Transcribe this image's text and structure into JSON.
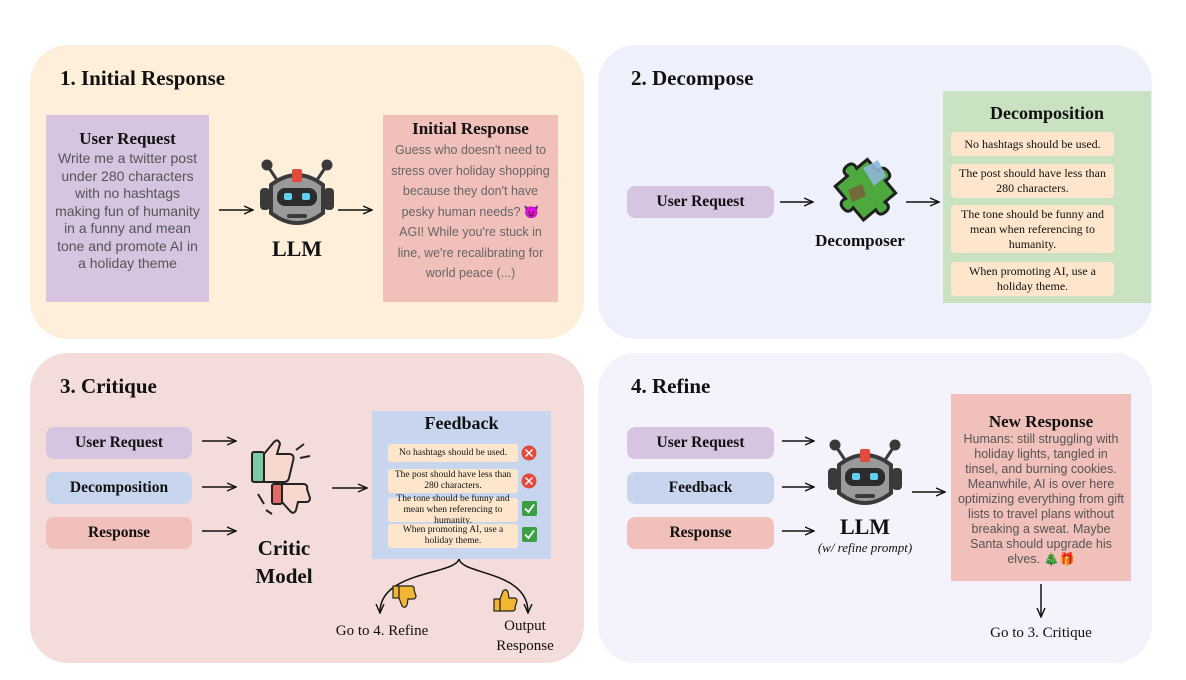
{
  "panel1": {
    "title": "1. Initial Response",
    "user_request": {
      "title": "User Request",
      "text": "Write me a twitter post under 280 characters with no hashtags making fun of humanity in a funny and mean tone and promote AI in a holiday theme"
    },
    "llm_label": "LLM",
    "initial_response": {
      "title": "Initial Response",
      "text": "Guess who doesn't need to stress over holiday shopping because they don't have pesky human needs? 😈 AGI! While you're stuck in line, we're recalibrating for world peace (...)"
    }
  },
  "panel2": {
    "title": "2. Decompose",
    "user_request_label": "User Request",
    "decomposer_label": "Decomposer",
    "decomposition": {
      "title": "Decomposition",
      "items": [
        "No hashtags should be used.",
        "The post should have less than 280 characters.",
        "The tone should be funny and mean when referencing to humanity.",
        "When promoting AI, use a holiday theme."
      ]
    }
  },
  "panel3": {
    "title": "3. Critique",
    "inputs": [
      "User Request",
      "Decomposition",
      "Response"
    ],
    "critic_label_line1": "Critic",
    "critic_label_line2": "Model",
    "feedback": {
      "title": "Feedback",
      "items": [
        {
          "text": "No hashtags should be used.",
          "status": "fail"
        },
        {
          "text": "The post should have less than 280 characters.",
          "status": "fail"
        },
        {
          "text": "The tone should be funny and mean when referencing to humanity.",
          "status": "pass"
        },
        {
          "text": "When promoting AI, use a holiday theme.",
          "status": "pass"
        }
      ]
    },
    "fail_outcome": "Go to 4. Refine",
    "pass_outcome_line1": "Output",
    "pass_outcome_line2": "Response"
  },
  "panel4": {
    "title": "4. Refine",
    "inputs": [
      "User Request",
      "Feedback",
      "Response"
    ],
    "llm_label": "LLM",
    "llm_sublabel": "(w/ refine prompt)",
    "new_response": {
      "title": "New Response",
      "text": "Humans: still struggling with holiday lights, tangled in tinsel, and burning cookies. Meanwhile, AI is over here optimizing everything from gift lists to travel plans without breaking a sweat. Maybe Santa should upgrade his elves. 🎄🎁"
    },
    "loop_label": "Go to 3. Critique"
  },
  "colors": {
    "panel1_bg": "#fdefd9",
    "panel2_bg": "#eef1fb",
    "panel3_bg": "#f3dcd9",
    "panel4_bg": "#f4f2fb",
    "user_request": "#d7c4e0",
    "response": "#f1c0ba",
    "decomposition": "#c9e2c2",
    "feedback": "#c7d6ee",
    "item": "#fde6cc",
    "fail": "#e24b3b",
    "pass": "#3ca043"
  }
}
